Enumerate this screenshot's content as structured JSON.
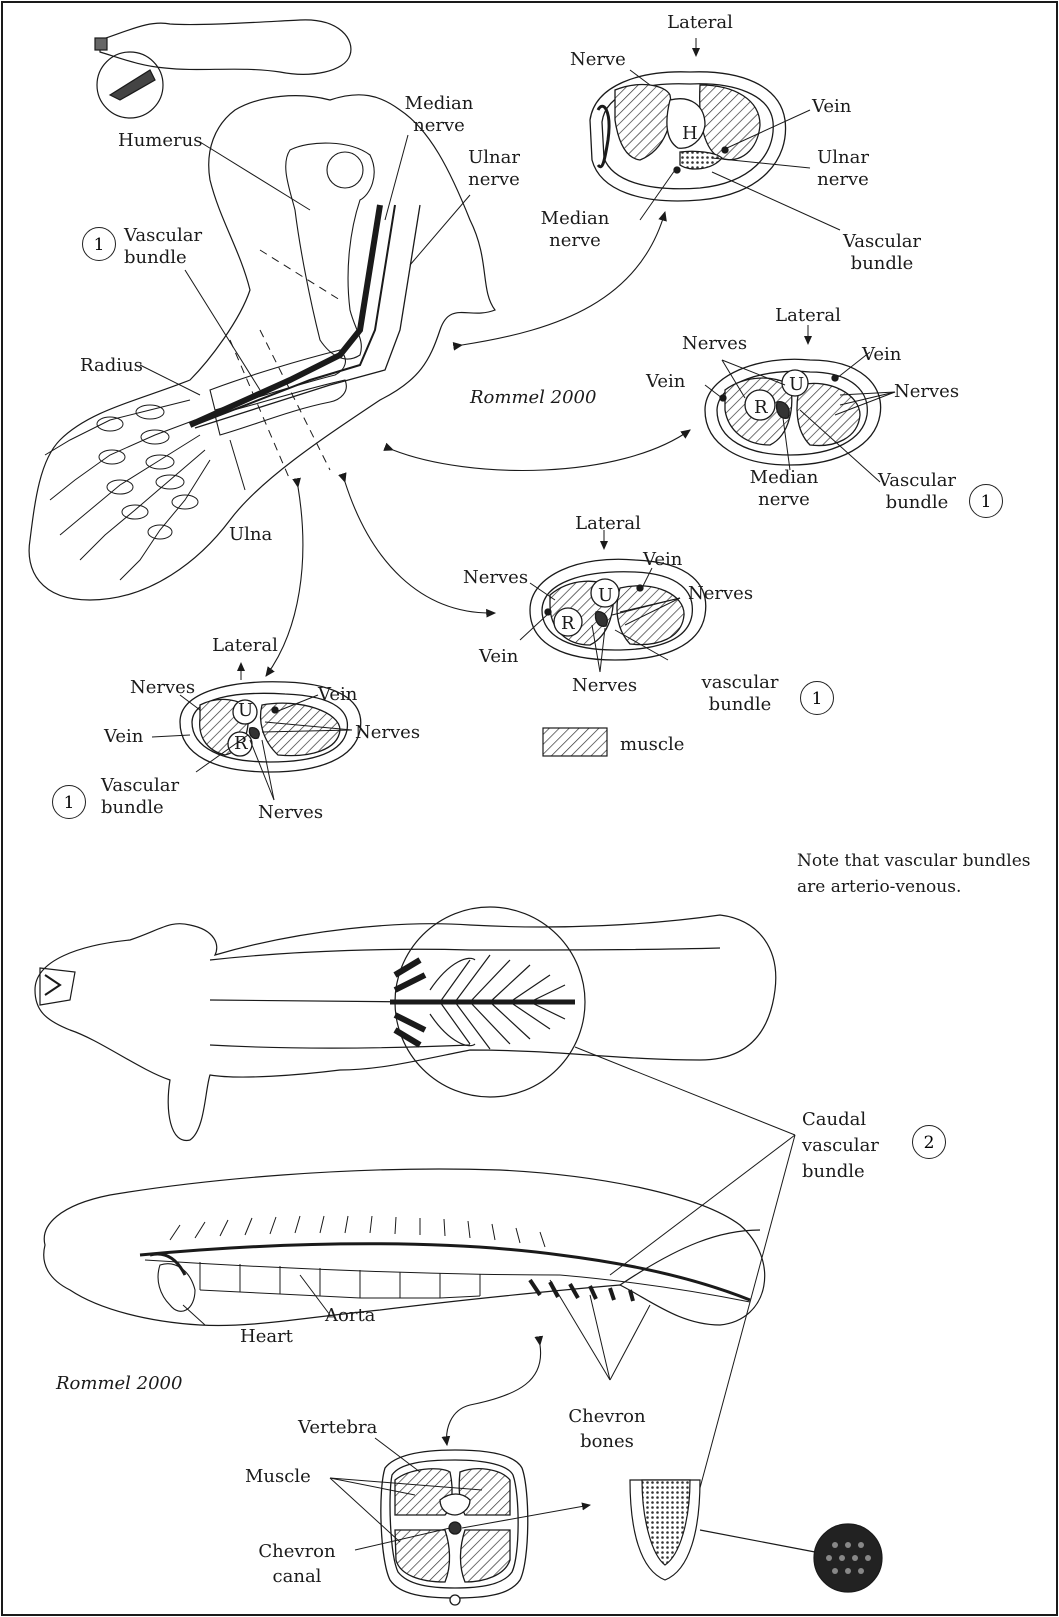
{
  "labels": {
    "lateral": "Lateral",
    "nerve": "Nerve",
    "nerves": "Nerves",
    "vein": "Vein",
    "ulnar_nerve": "Ulnar\nnerve",
    "median_nerve": "Median\nnerve",
    "vascular_bundle": "Vascular\nbundle",
    "vascular_bundle_lc": "vascular\nbundle",
    "humerus": "Humerus",
    "radius": "Radius",
    "ulna": "Ulna",
    "h": "H",
    "r": "R",
    "u": "U",
    "muscle": "muscle",
    "muscle_cap": "Muscle",
    "caudal_vascular_bundle": "Caudal\nvascular\nbundle",
    "heart": "Heart",
    "aorta": "Aorta",
    "vertebra": "Vertebra",
    "chevron_canal": "Chevron\ncanal",
    "chevron_bones": "Chevron\nbones",
    "credit": "Rommel 2000",
    "note": "Note that vascular bundles\nare arterio-venous.",
    "marker_1": "1",
    "marker_2": "2"
  },
  "colors": {
    "line": "#1a1a1a",
    "hatch": "#333333",
    "background": "#ffffff"
  }
}
